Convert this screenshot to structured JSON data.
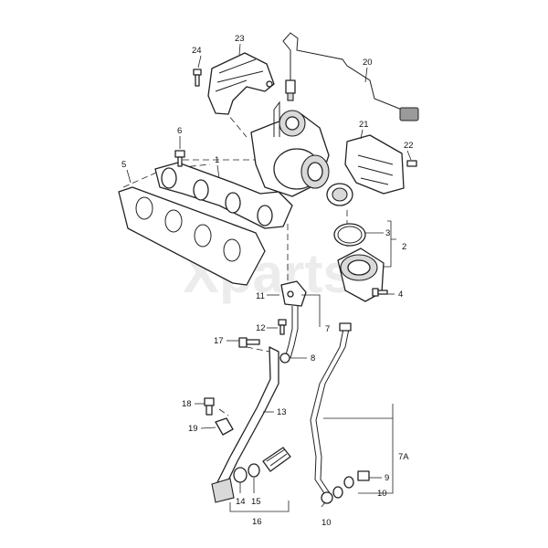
{
  "callouts": {
    "c1": "1",
    "c2": "2",
    "c3": "3",
    "c4": "4",
    "c5": "5",
    "c6": "6",
    "c7": "7",
    "c7a": "7A",
    "c8": "8",
    "c9": "9",
    "c10a": "10",
    "c10b": "10",
    "c11": "11",
    "c12": "12",
    "c13": "13",
    "c14": "14",
    "c15": "15",
    "c16": "16",
    "c17": "17",
    "c18": "18",
    "c19": "19",
    "c20": "20",
    "c21": "21",
    "c22": "22",
    "c23": "23",
    "c24": "24"
  },
  "watermark": "Xparts"
}
